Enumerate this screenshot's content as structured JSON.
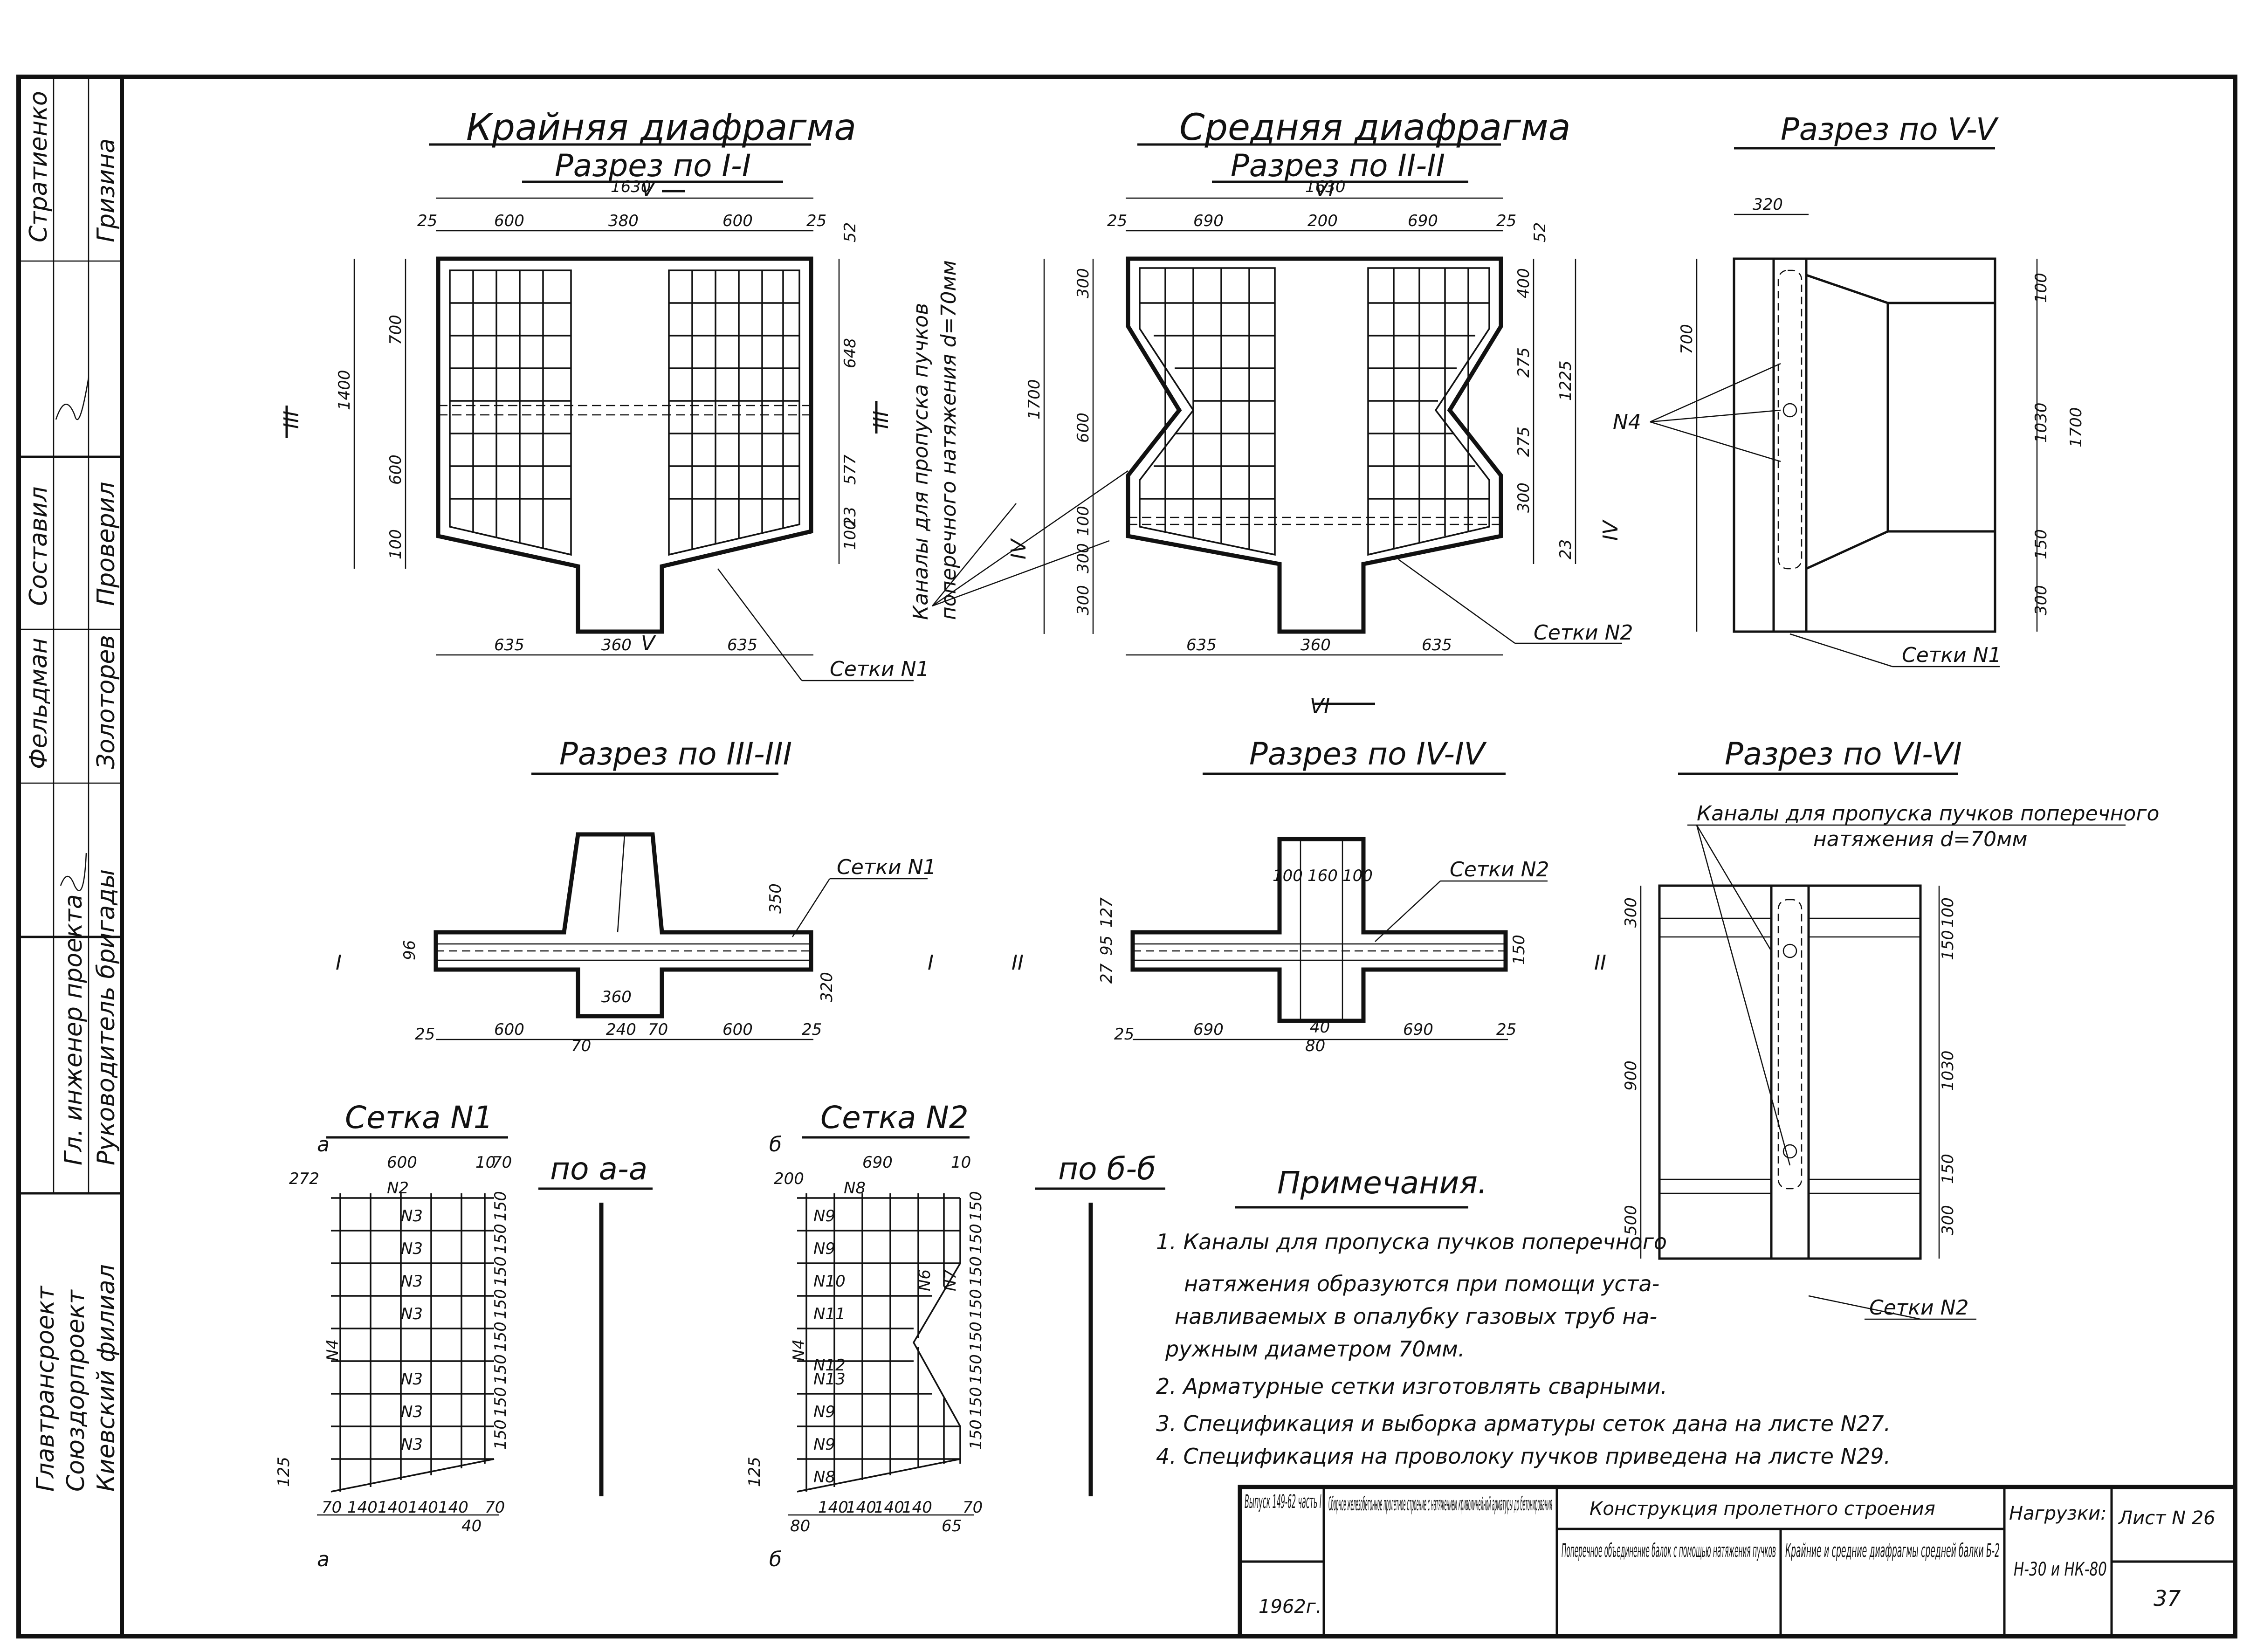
{
  "sheet": {
    "side_stamp": {
      "org": [
        "Главтрансроект",
        "Союздорпроект",
        "Киевский филиал"
      ],
      "roles": [
        "Гл. инженер проекта",
        "Руководитель бригады"
      ],
      "col_a": [
        "Стратиенко",
        "Составил",
        "Фельдман"
      ],
      "col_b": [
        "Гризина",
        "Проверил",
        "Золоторев"
      ]
    },
    "views": {
      "extreme_title": "Крайняя диафрагма",
      "extreme_section": "Разрез по I-I",
      "middle_title": "Средняя диафрагма",
      "middle_section": "Разрез по II-II",
      "section_v": "Разрез по V-V",
      "section_iii": "Разрез по III-III",
      "section_iv": "Разрез по IV-IV",
      "section_vi": "Разрез по VI-VI",
      "mesh1": "Сетка N1",
      "mesh2": "Сетка N2",
      "along_a": "по а-а",
      "along_b": "по б-б"
    },
    "labels": {
      "channels_vertical": "Каналы для пропуска пучков поперечного натяжения d=70мм",
      "channels_vi": "Каналы для пропуска пучков поперечного натяжения d=70мм",
      "mesh_n1": "Сетки N1",
      "mesh_n2": "Сетки N2",
      "n4": "N4",
      "mark_i": "I",
      "mark_ii": "II",
      "mark_iii": "III",
      "mark_iv": "IV",
      "mark_v": "V",
      "mark_vi": "VI",
      "mark_a": "а",
      "mark_b": "б"
    },
    "dims": {
      "ex_top": [
        "1630",
        "25",
        "600",
        "380",
        "600",
        "25",
        "52"
      ],
      "ex_left": [
        "700",
        "1400",
        "600",
        "100"
      ],
      "ex_right": [
        "648",
        "577",
        "100",
        "23"
      ],
      "ex_bottom": [
        "635",
        "360",
        "635"
      ],
      "mid_top": [
        "1630",
        "25",
        "690",
        "200",
        "690",
        "25",
        "52"
      ],
      "mid_left": [
        "300",
        "1700",
        "600",
        "100",
        "300",
        "300"
      ],
      "mid_right": [
        "400",
        "275",
        "1225",
        "275",
        "300",
        "23"
      ],
      "mid_bottom": [
        "635",
        "360",
        "635"
      ],
      "v_dims": [
        "320",
        "100",
        "700",
        "1030",
        "1700",
        "150",
        "300"
      ],
      "iii_dims": [
        "350",
        "96",
        "320",
        "360",
        "25",
        "600",
        "70",
        "240",
        "70",
        "600",
        "25"
      ],
      "iv_dims": [
        "100",
        "160",
        "100",
        "150",
        "27",
        "95",
        "127",
        "25",
        "690",
        "40",
        "80",
        "690",
        "25"
      ],
      "vi_dims": [
        "300",
        "100",
        "150",
        "900",
        "1030",
        "500",
        "150",
        "300"
      ],
      "m1_top": [
        "272",
        "600",
        "10",
        "70"
      ],
      "m1_right": [
        "150",
        "150",
        "150",
        "150",
        "150",
        "150",
        "150",
        "150",
        "125"
      ],
      "m1_bottom": [
        "70",
        "140",
        "140",
        "140",
        "140",
        "70",
        "40"
      ],
      "m1_bars": [
        "N2",
        "N3",
        "N3",
        "N3",
        "N3",
        "N3",
        "N3",
        "N3",
        "N4"
      ],
      "m2_top": [
        "200",
        "690",
        "10"
      ],
      "m2_right": [
        "150",
        "150",
        "150",
        "150",
        "150",
        "150",
        "150",
        "150",
        "125"
      ],
      "m2_bottom": [
        "80",
        "140",
        "140",
        "140",
        "140",
        "65",
        "70"
      ],
      "m2_bars": [
        "N8",
        "N9",
        "N9",
        "N10",
        "N11",
        "N12",
        "N13",
        "N9",
        "N9",
        "N8",
        "N6",
        "N7",
        "N4"
      ]
    },
    "notes": {
      "title": "Примечания.",
      "items": [
        "1. Каналы для пропуска пучков поперечного",
        "натяжения образуются при помощи уста-",
        "навливаемых в опалубку газовых труб на-",
        "ружным диаметром 70мм.",
        "2. Арматурные сетки изготовлять сварными.",
        "3. Спецификация и выборка арматуры сеток дана на листе N27.",
        "4. Спецификация на проволоку пучков приведена на листе N29."
      ]
    },
    "title_block": {
      "issue": "Выпуск 149-62 часть I",
      "year": "1962г.",
      "project": "Сборное железобетонное пролетное строение с натяжением криволинейной арматуры до бетонирования",
      "header": "Конструкция пролетного строения",
      "sub1": "Поперечное объединение балок с помощью натяжения пучков",
      "sub2": "Крайние и средние диафрагмы средней балки Б-2",
      "loads_label": "Нагрузки:",
      "loads": "Н-30 и НК-80",
      "sheet_label": "Лист N 26",
      "page": "37"
    }
  }
}
